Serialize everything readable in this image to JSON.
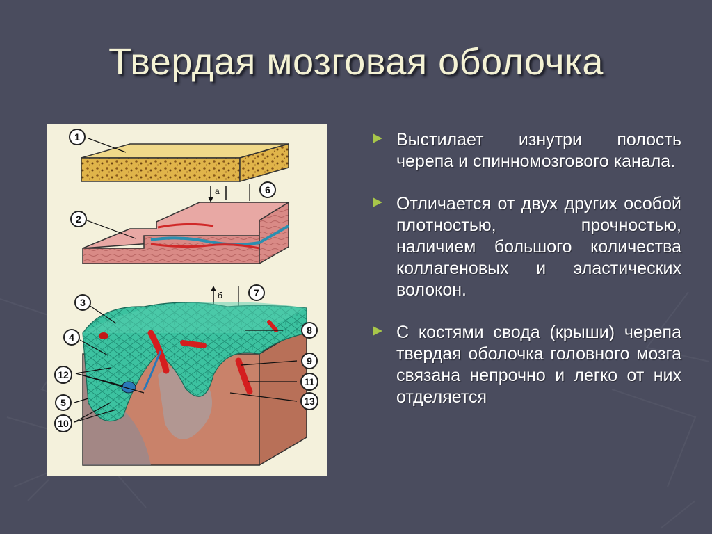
{
  "slide": {
    "title": "Твердая мозговая оболочка",
    "colors": {
      "background": "#4a4c5e",
      "title": "#f4f2d4",
      "bullet_marker": "#a8c64a",
      "text": "#ffffff"
    }
  },
  "bullets": [
    {
      "text": "Выстилает изнутри полость черепа и спинномозгового канала."
    },
    {
      "text": "Отличается от двух других особой плотностью, прочностью, наличием большого количества коллагеновых и эластических волокон."
    },
    {
      "text": "С костями свода (крыши) черепа твердая оболочка головного мозга связана непрочно и легко от них отделяется"
    }
  ],
  "figure": {
    "labels": [
      "1",
      "2",
      "3",
      "4",
      "5",
      "6",
      "7",
      "8",
      "9",
      "10",
      "11",
      "12",
      "13"
    ],
    "arrow_letters": [
      "а",
      "б"
    ]
  }
}
